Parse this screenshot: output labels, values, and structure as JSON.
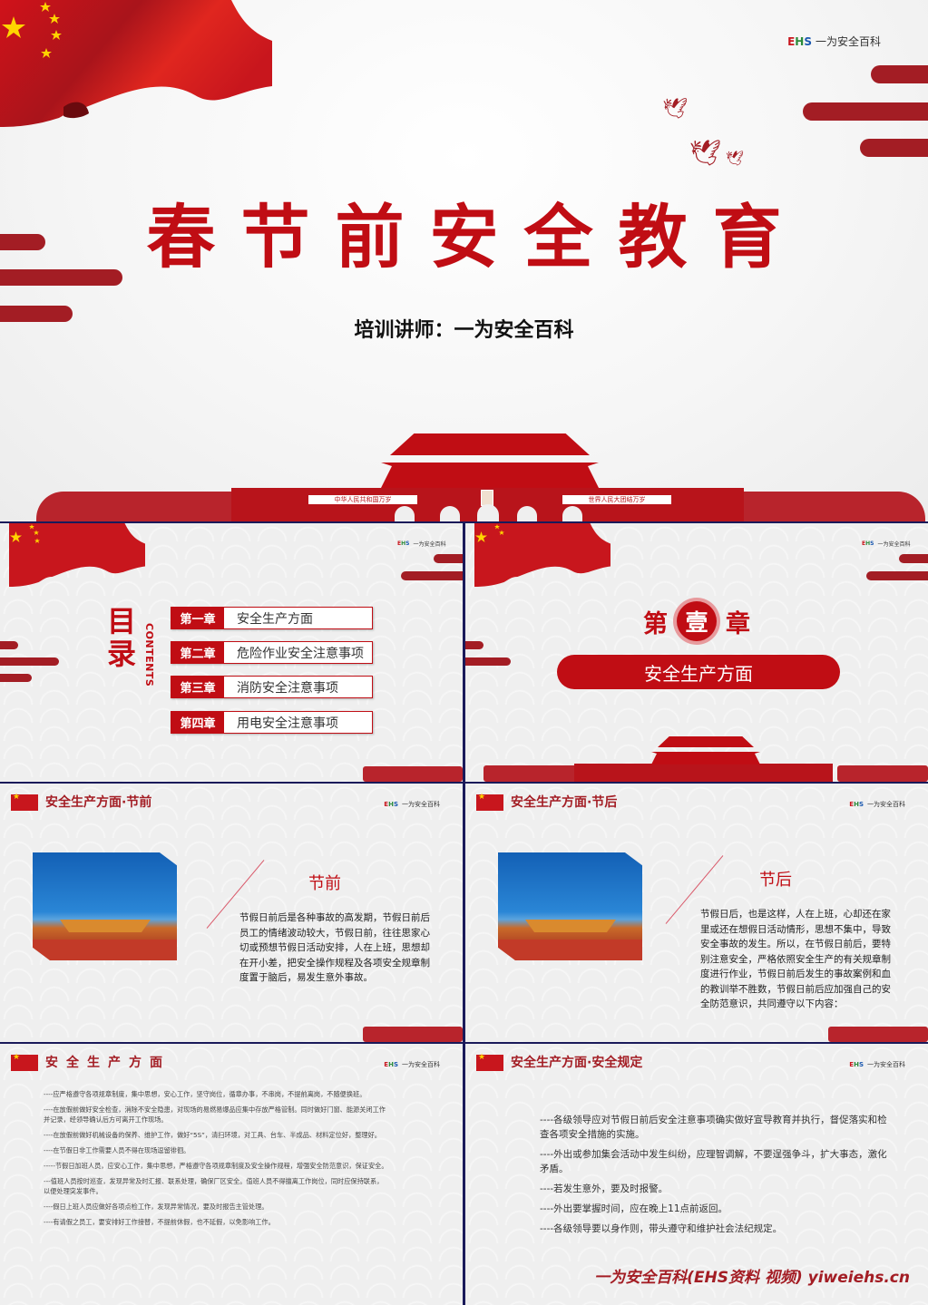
{
  "logo": {
    "mark": "EHS",
    "text": "一为安全百科"
  },
  "cover": {
    "title": "春节前安全教育",
    "subtitle": "培训讲师：一为安全百科",
    "gate_banner_left": "中华人民共和国万岁",
    "gate_banner_right": "世界人民大团结万岁"
  },
  "toc": {
    "title": "目录",
    "title_en": "CONTENTS",
    "items": [
      {
        "chapter": "第一章",
        "label": "安全生产方面"
      },
      {
        "chapter": "第二章",
        "label": "危险作业安全注意事项"
      },
      {
        "chapter": "第三章",
        "label": "消防安全注意事项"
      },
      {
        "chapter": "第四章",
        "label": "用电安全注意事项"
      }
    ]
  },
  "chapter": {
    "prefix": "第",
    "number": "壹",
    "suffix": "章",
    "title": "安全生产方面"
  },
  "before_holiday": {
    "header": "安全生产方面·节前",
    "subtitle": "节前",
    "body": "节假日前后是各种事故的高发期，节假日前后员工的情绪波动较大，节假日前，往往思家心切或预想节假日活动安排，人在上班，思想却在开小差，把安全操作规程及各项安全规章制度置于脑后，易发生意外事故。"
  },
  "after_holiday": {
    "header": "安全生产方面·节后",
    "subtitle": "节后",
    "body": "节假日后，也是这样，人在上班，心却还在家里或还在想假日活动情形，思想不集中，导致安全事故的发生。所以，在节假日前后，要特别注意安全，严格依照安全生产的有关规章制度进行作业，节假日前后发生的事故案例和血的教训举不胜数，节假日前后应加强自己的安全防范意识，共同遵守以下内容："
  },
  "production": {
    "header": "安全生产方面",
    "items": [
      "----应严格遵守各项规章制度，集中思想，安心工作，坚守岗位，循章办事，不串岗，不提前离岗，不随便换班。",
      "----在放假前做好安全检查，消除不安全隐患，对现场的易燃易爆品应集中存放严格管制。同时做好门窗、能源关闭工作并记录，经领导确认后方可离开工作现场。",
      "----在放假前做好机械设备的保养、维护工作，做好“5S”，清扫环境，对工具、台车、半成品、材料定位好，整理好。",
      "----在节假日非工作需要人员不得在现场逗留徘徊。",
      "-----节假日加班人员，应安心工作，集中思想，严格遵守各项规章制度及安全操作规程，增强安全防范意识，保证安全。",
      "---值班人员按时巡查，发现异常及时汇报、联系处理，确保厂区安全。值班人员不得擅离工作岗位，同时应保持联系，以便处理突发事件。",
      "----假日上班人员应做好各项点检工作，发现异常情况，要及时报告主管处理。",
      "----有请假之员工，要安排好工作接替，不提前休假，也不延假，以免影响工作。"
    ]
  },
  "rules": {
    "header": "安全生产方面·安全规定",
    "items": [
      "----各级领导应对节假日前后安全注意事项确实做好宣导教育并执行，督促落实和检查各项安全措施的实施。",
      "----外出或参加集会活动中发生纠纷，应理智调解，不要逞强争斗，扩大事态，激化矛盾。",
      "----若发生意外，要及时报警。",
      "----外出要掌握时间，应在晚上11点前返回。",
      "----各级领导要以身作则，带头遵守和维护社会法纪规定。"
    ],
    "footer": "一为安全百科(EHS资料 视频) yiweiehs.cn"
  },
  "colors": {
    "primary_red": "#c00d14",
    "dark_red": "#a31d24",
    "star_yellow": "#ffd400"
  }
}
